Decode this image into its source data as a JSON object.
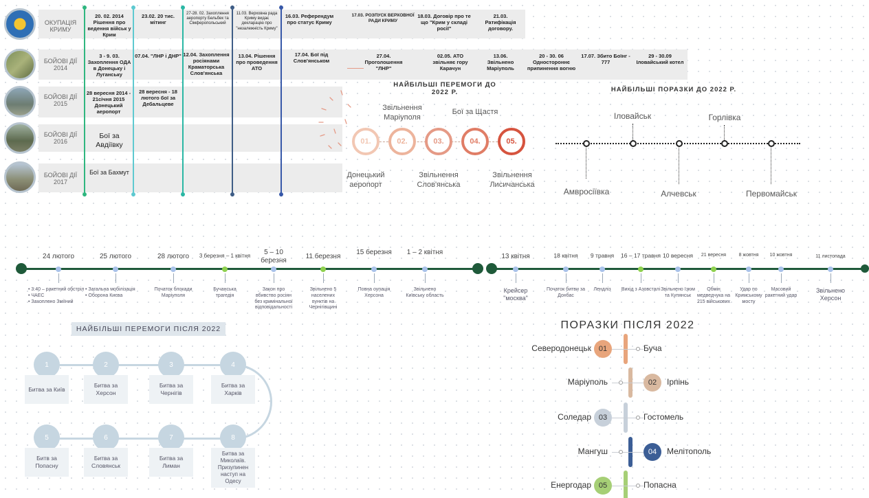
{
  "rows": [
    {
      "label": "ОКУПАЦІЯ КРИМУ"
    },
    {
      "label": "БОЙОВІ ДІЇ 2014"
    },
    {
      "label": "БОЙОВІ ДІЇ 2015"
    },
    {
      "label": "БОЙОВІ ДІЇ 2016"
    },
    {
      "label": "БОЙОВІ ДІЇ 2017"
    }
  ],
  "crimea": [
    "20. 02. 2014 Рішення про ведення військ у Крим",
    "23.02. 20 тис. мітинг",
    "27-28. 02. Захоплення аеропорту Бельбек та Сімферопольський",
    "11.03. Верховна рада Криму видає декларацію про \"незалежність Криму\"",
    "16.03. Референдум про статус Криму",
    "17.03. РОЗПУСК ВЕРХОВНОЇ РАДИ КРИМУ",
    "18.03. Договір про те що \"Крим у складі росії\"",
    "21.03. Ратифікація договору."
  ],
  "y2014": [
    "3 - 9. 03. Захоплення ОДА в Донецьку і Луганську",
    "07.04. \"ЛНР і ДНР\"",
    "12.04. Захоплення росіянами Краматорська Слов'янська",
    "13.04. Рішення про проведення АТО",
    "17.04. Бої під Слов'янськом",
    "27.04. Проголошення \"ЛНР\"",
    "02.05. АТО звільняє гору Карачун",
    "13.06. Звільнено Маріуполь",
    "20 - 30. 06 Одностороннє припинення вогню",
    "17.07. Збито Боїнг - 777",
    "29 - 30.09 Іловайський котел"
  ],
  "y2015": [
    "28 вересня 2014 - 21січня 2015 Донецький аеропорт",
    "28 вересня - 18 лютого бої за Дебальцеве"
  ],
  "y2016": "Бої за Авдіївку",
  "y2017": "Бої за Бахмут",
  "victories_pre": {
    "title": "НАЙБІЛЬШІ ПЕРЕМОГИ ДО 2022 Р.",
    "items": [
      {
        "num": "01.",
        "label": "Донецький аеропорт",
        "color": "#f2c7b3"
      },
      {
        "num": "02.",
        "label": "Звільнення Маріуполя",
        "color": "#edb49c"
      },
      {
        "num": "03.",
        "label": "Звільнення Слов'янська",
        "color": "#e59a86"
      },
      {
        "num": "04.",
        "label": "Бої за Щастя",
        "color": "#e07d66"
      },
      {
        "num": "05.",
        "label": "Звільнення Лисичанська",
        "color": "#d6543f"
      }
    ]
  },
  "defeats_pre": {
    "title": "НАЙБІЛЬШІ ПОРАЗКИ ДО 2022 Р.",
    "items": [
      "Амвросіївка",
      "Іловайськ",
      "Алчевськ",
      "Горлівка",
      "Первомайськ"
    ]
  },
  "timeline": [
    {
      "date": "24 лютого",
      "desc": "• 3:40 – ракетний обстріл\n• ЧАЕС\n• Захоплено Зміїний",
      "color": "#a9c2ea"
    },
    {
      "date": "25 лютого",
      "desc": "• Загальна мобілізація\n• Оборона Києва",
      "color": "#a9c2ea"
    },
    {
      "date": "28 лютого",
      "desc": "Початок блокади Маріуполя",
      "color": "#a9c2ea"
    },
    {
      "date": "3 березня – 1 квітня",
      "desc": "Бучанська трагедія",
      "color": "#8fd14f"
    },
    {
      "date": "5 – 10 березня",
      "desc": "Закон про вбивство росіян без кримінальної відповідальності",
      "color": "#a9c2ea"
    },
    {
      "date": "11 березня",
      "desc": "Звільнено 5 населених пунктів на Чернігівщині",
      "color": "#8fd14f"
    },
    {
      "date": "15 березня",
      "desc": "Повна оупація Херсона",
      "color": "#a9c2ea"
    },
    {
      "date": "1 – 2 квітня",
      "desc": "Звільнено Київську область",
      "color": "#a9c2ea"
    },
    {
      "date": "13 квітня",
      "desc": "Крейсер \"москва\"",
      "color": "#a9c2ea"
    },
    {
      "date": "18 квітня",
      "desc": "Початок битви за Донбас",
      "color": "#a9c2ea"
    },
    {
      "date": "9 травня",
      "desc": "Лендліз",
      "color": "#a9c2ea"
    },
    {
      "date": "16 – 17 травня",
      "desc": "Вихід з Азовсталі",
      "color": "#8fd14f"
    },
    {
      "date": "10 вересня",
      "desc": "Звільнено Ізюм та Купянськ",
      "color": "#a9c2ea"
    },
    {
      "date": "21 вересня",
      "desc": "Обмін медведчука на 215 військових",
      "color": "#8fd14f"
    },
    {
      "date": "8 жовтня",
      "desc": "Удар по Кримському мосту",
      "color": "#a9c2ea"
    },
    {
      "date": "10 жовтня",
      "desc": "Масовий ракетний удар",
      "color": "#a9c2ea"
    },
    {
      "date": "11 листопада",
      "desc": "Звільнено Херсон",
      "color": "#a9c2ea"
    }
  ],
  "victories_post": {
    "title": "НАЙБІЛЬШІ ПЕРЕМОГИ ПІСЛЯ 2022",
    "items": [
      {
        "num": "1",
        "label": "Битва за Київ"
      },
      {
        "num": "2",
        "label": "Битва за Херсон"
      },
      {
        "num": "3",
        "label": "Битва за Чернігів"
      },
      {
        "num": "4",
        "label": "Битва за Харків"
      },
      {
        "num": "5",
        "label": "Битв за Попасну"
      },
      {
        "num": "6",
        "label": "Битва за Словянськ"
      },
      {
        "num": "7",
        "label": "Битва за Лиман"
      },
      {
        "num": "8",
        "label": "Битва за Миколаїв. Призупинен наступ на Одесу"
      }
    ]
  },
  "defeats_post": {
    "title": "ПОРАЗКИ ПІСЛЯ 2022",
    "items": [
      {
        "num": "01",
        "left": "Северодонецьк",
        "right": "Буча",
        "color": "#e8a57c"
      },
      {
        "num": "02",
        "left": "Маріуполь",
        "right": "Ірпінь",
        "color": "#d9b9a0"
      },
      {
        "num": "03",
        "left": "Соледар",
        "right": "Гостомель",
        "color": "#c7d0da"
      },
      {
        "num": "04",
        "left": "Мангуш",
        "right": "Мелітополь",
        "color": "#3c5e96"
      },
      {
        "num": "05",
        "left": "Енергодар",
        "right": "Попасна",
        "color": "#a6cf76"
      }
    ]
  }
}
